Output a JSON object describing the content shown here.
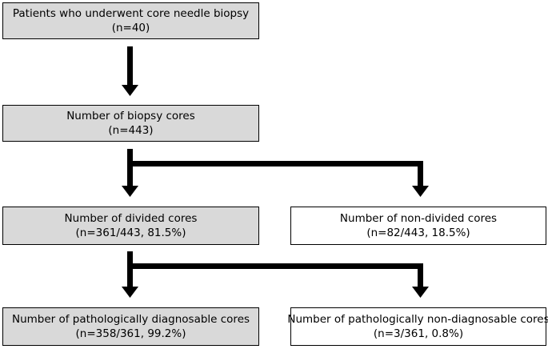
{
  "boxes": {
    "patients": {
      "line1": "Patients who underwent core needle biopsy",
      "line2": "(n=40)"
    },
    "biopsy_cores": {
      "line1": "Number of biopsy cores",
      "line2": "(n=443)"
    },
    "divided_cores": {
      "line1": "Number of divided cores",
      "line2": "(n=361/443, 81.5%)"
    },
    "non_divided_cores": {
      "line1": "Number of non-divided cores",
      "line2": "(n=82/443, 18.5%)"
    },
    "diagnosable_cores": {
      "line1": "Number of pathologically diagnosable cores",
      "line2": "(n=358/361, 99.2%)"
    },
    "non_diagnosable_cores": {
      "line1": "Number of pathologically non-diagnosable cores",
      "line2": "(n=3/361, 0.8%)"
    }
  },
  "colors": {
    "shaded_fill": "#d9d9d9",
    "plain_fill": "#ffffff",
    "stroke": "#000000"
  }
}
